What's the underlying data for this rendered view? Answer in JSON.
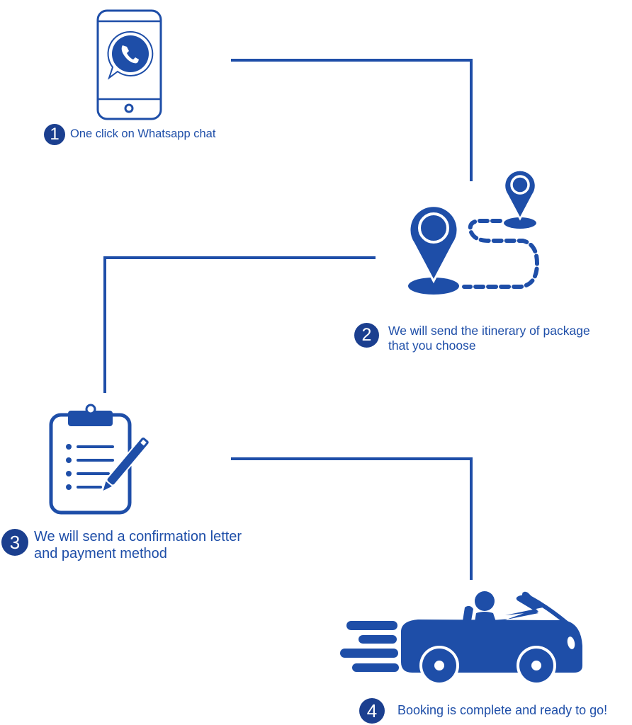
{
  "colors": {
    "primary": "#1e4ea8",
    "badge": "#1b3f8f",
    "line": "#1e4ea8"
  },
  "steps": [
    {
      "number": "1",
      "text": "One click on Whatsapp chat",
      "icon": "whatsapp-phone-icon"
    },
    {
      "number": "2",
      "text": "We will send the itinerary of package that you choose",
      "icon": "route-pins-icon"
    },
    {
      "number": "3",
      "text": "We will send a confirmation letter and payment method",
      "icon": "clipboard-pen-icon"
    },
    {
      "number": "4",
      "text": "Booking is complete and ready to go!",
      "icon": "convertible-car-icon"
    }
  ]
}
